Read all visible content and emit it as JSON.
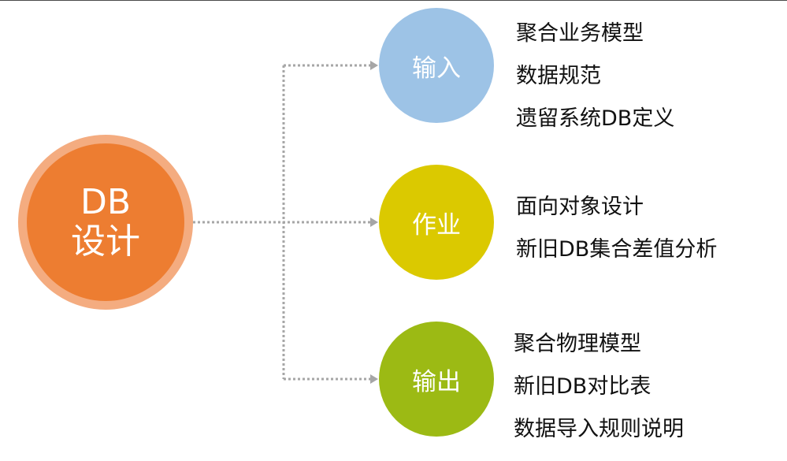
{
  "colors": {
    "main_outer": "#f4ac80",
    "main_inner": "#ed7d31",
    "input": "#9dc3e6",
    "process": "#dbc900",
    "output": "#9cba14",
    "connector": "#a6a6a6"
  },
  "main_node": {
    "line1": "DB",
    "line2": "设计"
  },
  "stages": [
    {
      "label": "输入",
      "items": [
        "聚合业务模型",
        "数据规范",
        "遗留系统DB定义"
      ]
    },
    {
      "label": "作业",
      "items": [
        "面向对象设计",
        "新旧DB集合差值分析"
      ]
    },
    {
      "label": "输出",
      "items": [
        "聚合物理模型",
        "新旧DB对比表",
        "数据导入规则说明"
      ]
    }
  ]
}
